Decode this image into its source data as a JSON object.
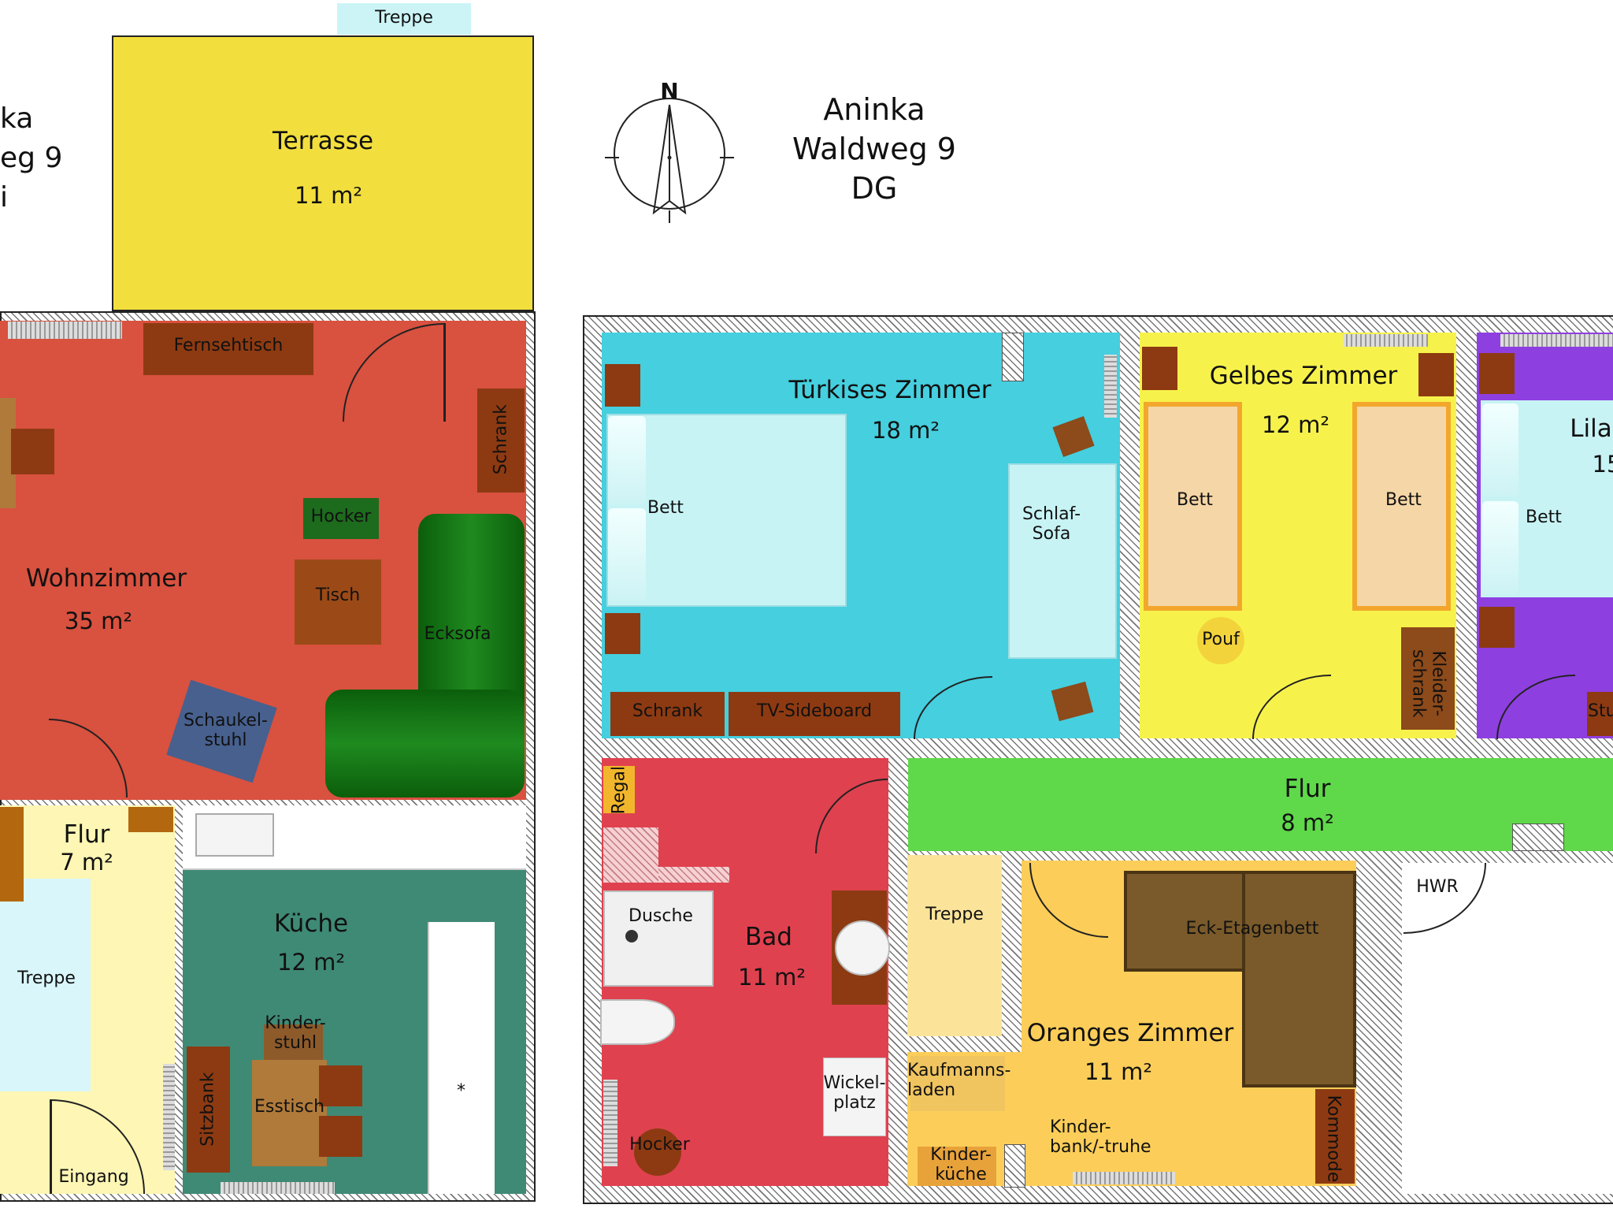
{
  "left_plan": {
    "title_line1": "ka",
    "title_line2": "eg 9",
    "title_line3": "i",
    "stair_top": "Treppe",
    "terrace": {
      "name": "Terrasse",
      "area": "11 m²"
    },
    "living": {
      "name": "Wohnzimmer",
      "area": "35 m²"
    },
    "hall": {
      "name": "Flur",
      "area": "7 m²"
    },
    "kitchen": {
      "name": "Küche",
      "area": "12 m²"
    },
    "furniture": {
      "tv_table": "Fernsehtisch",
      "wardrobe": "Schrank",
      "stool": "Hocker",
      "table": "Tisch",
      "corner_sofa": "Ecksofa",
      "rocking_chair": "Schaukel-\nstuhl",
      "stairs": "Treppe",
      "entrance": "Eingang",
      "bench": "Sitzbank",
      "child_chair": "Kinder-\nstuhl",
      "dining_table": "Esstisch",
      "star": "*"
    }
  },
  "right_plan": {
    "title_line1": "Aninka",
    "title_line2": "Waldweg 9",
    "title_line3": "DG",
    "compass_n": "N",
    "turquoise": {
      "name": "Türkises Zimmer",
      "area": "18 m²"
    },
    "yellow": {
      "name": "Gelbes Zimmer",
      "area": "12 m²"
    },
    "lilac": {
      "name": "Lila",
      "area": "15"
    },
    "hall": {
      "name": "Flur",
      "area": "8 m²"
    },
    "bath": {
      "name": "Bad",
      "area": "11 m²"
    },
    "orange": {
      "name": "Oranges Zimmer",
      "area": "11 m²"
    },
    "furniture": {
      "bed": "Bett",
      "sofa_bed": "Schlaf-\nSofa",
      "wardrobe": "Schrank",
      "tv_sideboard": "TV-Sideboard",
      "bed_left": "Bett",
      "bed_right": "Bett",
      "pouf": "Pouf",
      "clothes_cupboard": "Kleider-\nschrank",
      "lilac_bed": "Bett",
      "lilac_chair": "Stu",
      "shelf": "Regal",
      "shower": "Dusche",
      "changing": "Wickel-\nplatz",
      "stool": "Hocker",
      "stairs": "Treppe",
      "utility": "HWR",
      "bunk_bed": "Eck-Etagenbett",
      "play_shop": "Kaufmanns-\nladen",
      "play_kitchen": "Kinder-\nküche",
      "kids_bench": "Kinder-\nbank/-truhe",
      "dresser": "Kommode"
    }
  }
}
